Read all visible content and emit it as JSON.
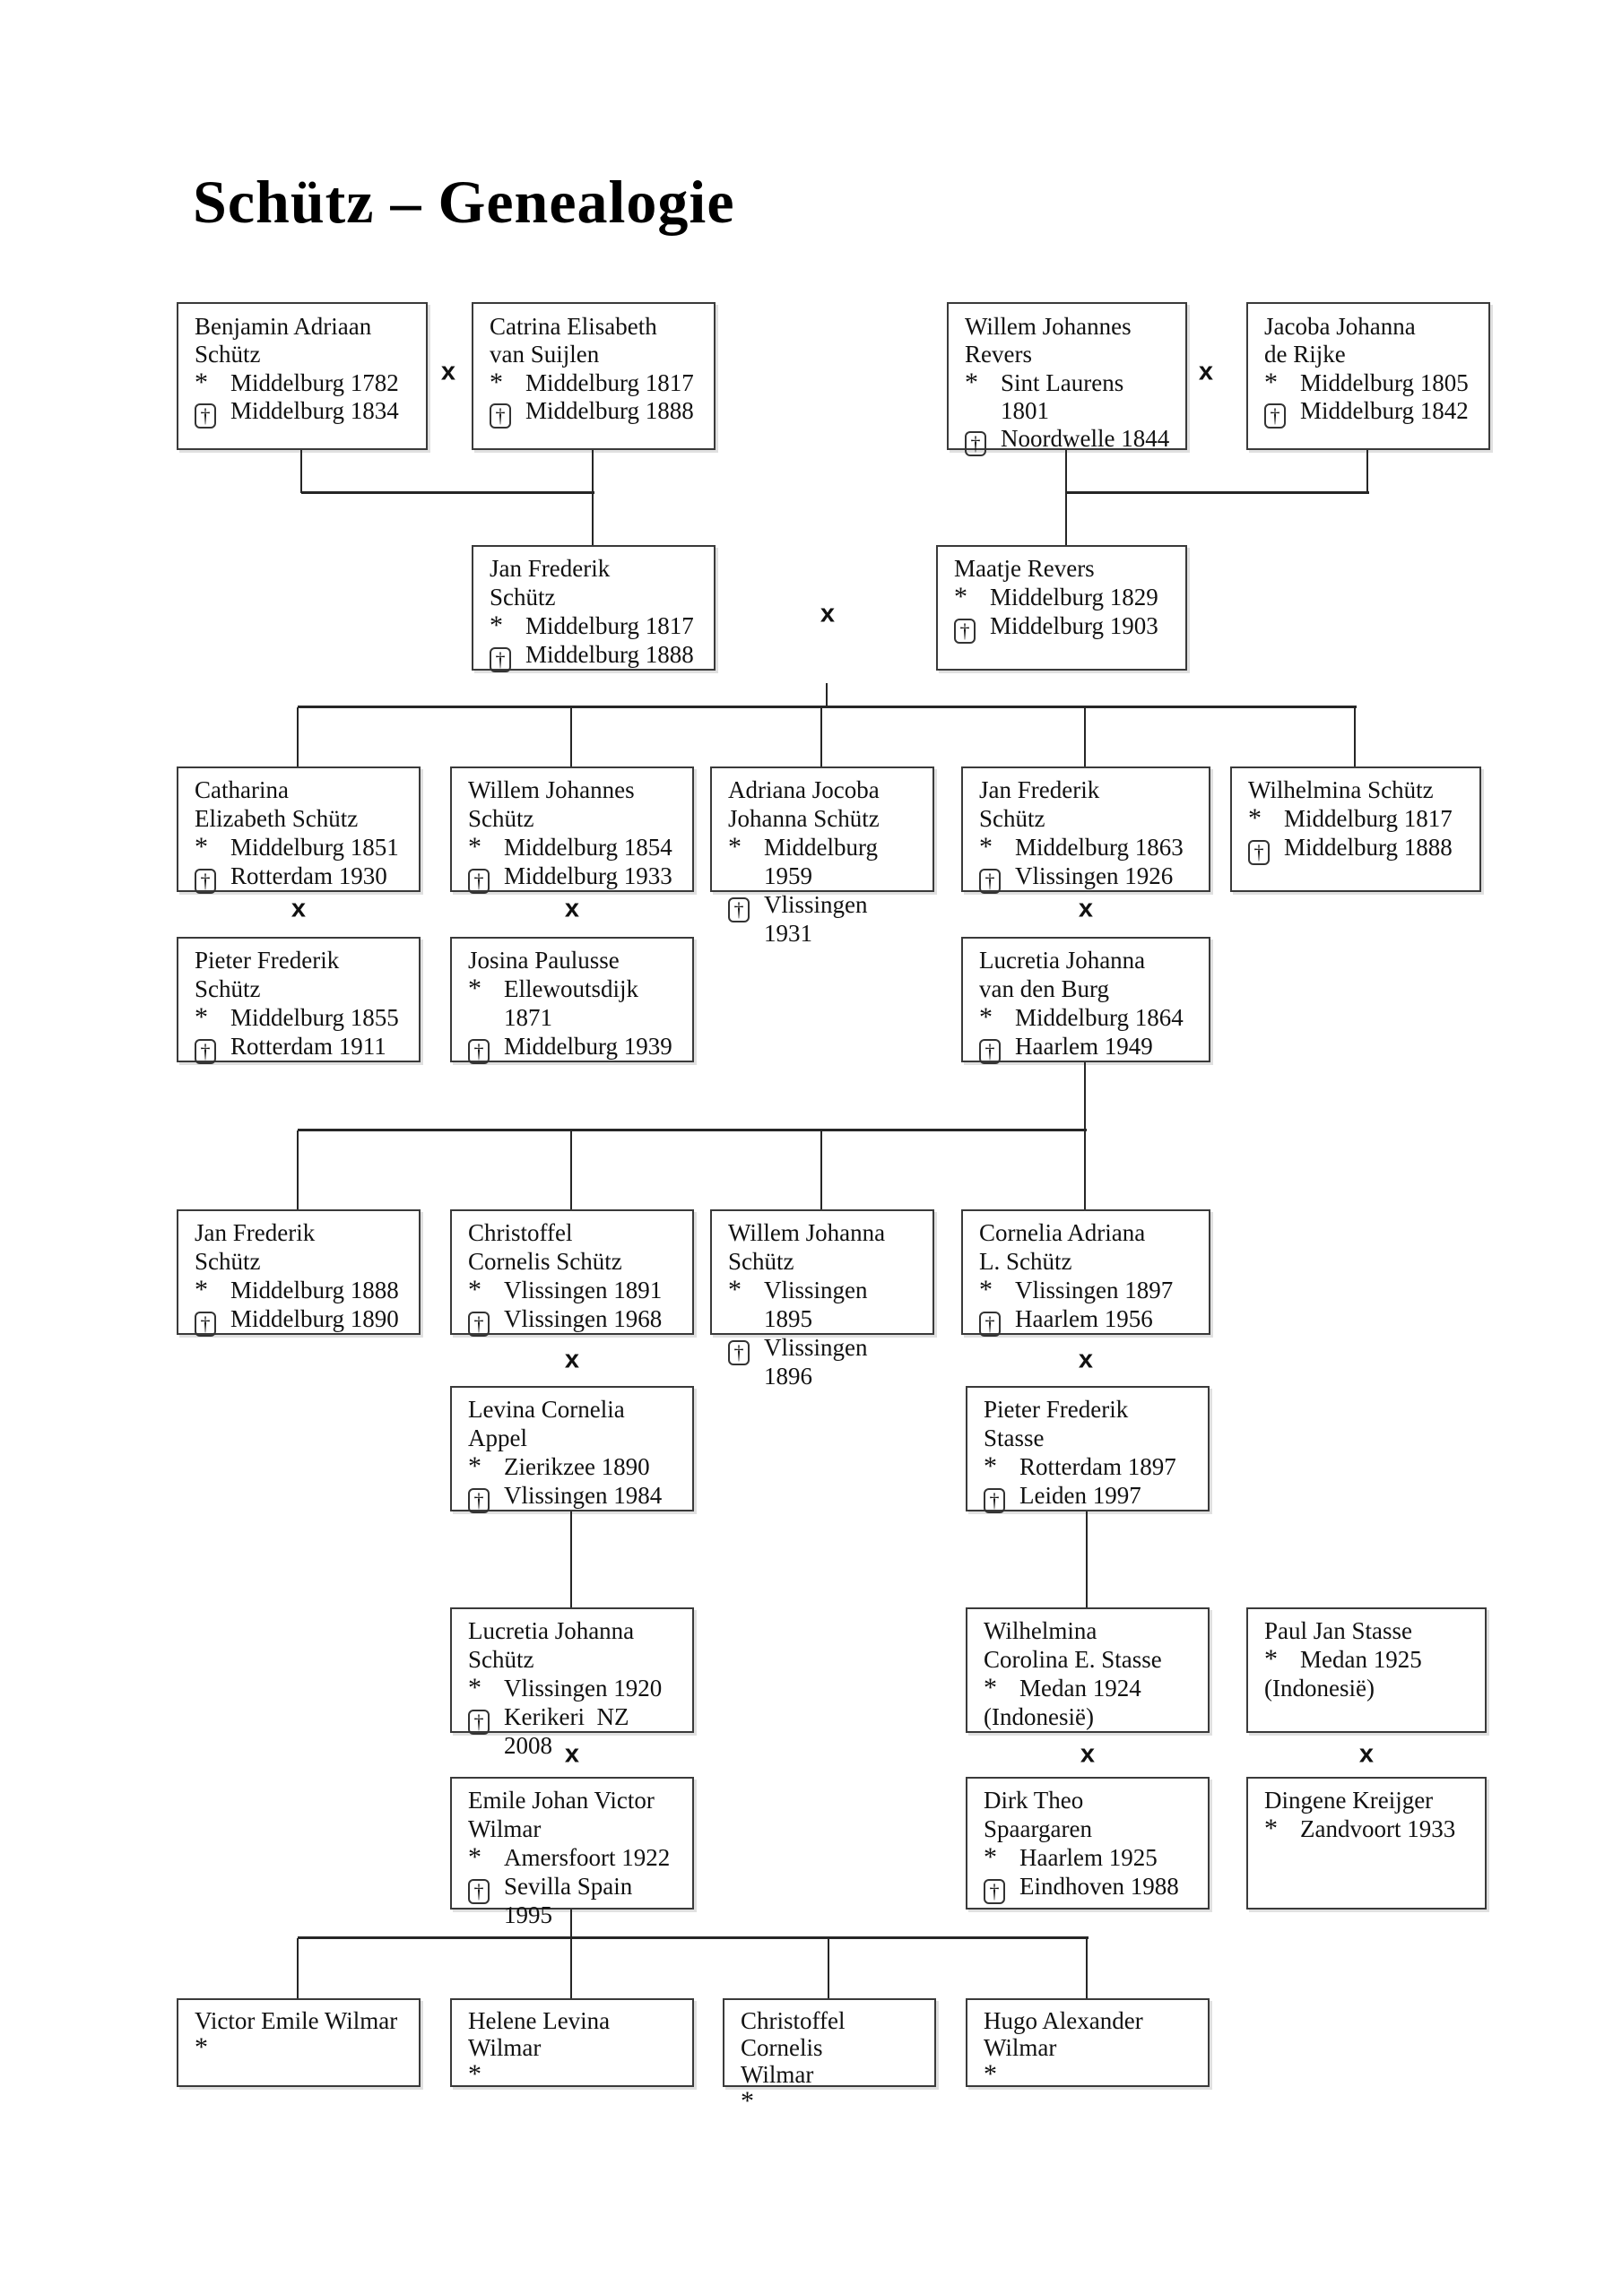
{
  "title": "Schütz – Genealogie",
  "marriage_symbol": "x",
  "birth_symbol": "*",
  "death_symbol": "†",
  "persons": [
    {
      "id": "g1p1",
      "name": [
        "Benjamin Adriaan",
        "Schütz"
      ],
      "birth": "Middelburg 1782",
      "death": "Middelburg 1834"
    },
    {
      "id": "g1p2",
      "name": [
        "Catrina Elisabeth",
        "van Suijlen"
      ],
      "birth": "Middelburg 1817",
      "death": "Middelburg 1888"
    },
    {
      "id": "g1p3",
      "name": [
        "Willem Johannes",
        "Revers"
      ],
      "birth": "Sint Laurens",
      "birth_cont": "1801",
      "death": "Noordwelle 1844"
    },
    {
      "id": "g1p4",
      "name": [
        "Jacoba Johanna",
        "de Rijke"
      ],
      "birth": "Middelburg 1805",
      "death": "Middelburg 1842"
    },
    {
      "id": "g2p1",
      "name": [
        "Jan Frederik",
        "Schütz"
      ],
      "birth": "Middelburg 1817",
      "death": "Middelburg 1888"
    },
    {
      "id": "g2p2",
      "name": [
        "Maatje Revers"
      ],
      "birth": "Middelburg 1829",
      "death": "Middelburg 1903"
    },
    {
      "id": "g3p1",
      "name": [
        "Catharina",
        "Elizabeth Schütz"
      ],
      "birth": "Middelburg 1851",
      "death": "Rotterdam 1930"
    },
    {
      "id": "g3p2",
      "name": [
        "Willem Johannes",
        "Schütz"
      ],
      "birth": "Middelburg 1854",
      "death": "Middelburg 1933"
    },
    {
      "id": "g3p3",
      "name": [
        "Adriana Jocoba",
        "Johanna Schütz"
      ],
      "birth": "Middelburg 1959",
      "death": "Vlissingen 1931"
    },
    {
      "id": "g3p4",
      "name": [
        "Jan Frederik",
        "Schütz"
      ],
      "birth": "Middelburg 1863",
      "death": "Vlissingen 1926"
    },
    {
      "id": "g3p5",
      "name": [
        "Wilhelmina Schütz"
      ],
      "birth": "Middelburg 1817",
      "death": "Middelburg 1888"
    },
    {
      "id": "s3p1",
      "name": [
        "Pieter Frederik",
        "Schütz"
      ],
      "birth": "Middelburg 1855",
      "death": "Rotterdam 1911"
    },
    {
      "id": "s3p2",
      "name": [
        "Josina Paulusse"
      ],
      "birth": "Ellewoutsdijk 1871",
      "death": "Middelburg 1939"
    },
    {
      "id": "s3p4",
      "name": [
        "Lucretia Johanna",
        "van den Burg"
      ],
      "birth": "Middelburg 1864",
      "death": "Haarlem 1949"
    },
    {
      "id": "g4p1",
      "name": [
        "Jan Frederik",
        "Schütz"
      ],
      "birth": "Middelburg 1888",
      "death": "Middelburg 1890"
    },
    {
      "id": "g4p2",
      "name": [
        "Christoffel",
        "Cornelis Schütz"
      ],
      "birth": "Vlissingen 1891",
      "death": "Vlissingen 1968"
    },
    {
      "id": "g4p3",
      "name": [
        "Willem Johanna",
        "Schütz"
      ],
      "birth": "Vlissingen 1895",
      "death": "Vlissingen  1896"
    },
    {
      "id": "g4p4",
      "name": [
        "Cornelia Adriana",
        "L. Schütz"
      ],
      "birth": "Vlissingen 1897",
      "death": "Haarlem 1956"
    },
    {
      "id": "s4p2",
      "name": [
        "Levina Cornelia",
        "Appel"
      ],
      "birth": "Zierikzee 1890",
      "death": "Vlissingen 1984"
    },
    {
      "id": "s4p4",
      "name": [
        "Pieter Frederik",
        "Stasse"
      ],
      "birth": "Rotterdam 1897",
      "death": "Leiden 1997"
    },
    {
      "id": "g5p2",
      "name": [
        "Lucretia Johanna",
        "Schütz"
      ],
      "birth": "Vlissingen 1920",
      "death": "Kerikeri  NZ 2008"
    },
    {
      "id": "g5p4",
      "name": [
        "Wilhelmina",
        "Corolina E. Stasse"
      ],
      "birth": "Medan 1924",
      "note": "(Indonesië)"
    },
    {
      "id": "g5p5",
      "name": [
        "Paul Jan Stasse"
      ],
      "birth": "Medan 1925",
      "note": "(Indonesië)"
    },
    {
      "id": "g6p2",
      "name": [
        "Emile Johan Victor",
        "Wilmar"
      ],
      "birth": "Amersfoort 1922",
      "death": "Sevilla Spain 1995"
    },
    {
      "id": "g6p4",
      "name": [
        "Dirk Theo",
        "Spaargaren"
      ],
      "birth": "Haarlem 1925",
      "death": "Eindhoven 1988"
    },
    {
      "id": "g6p5",
      "name": [
        "Dingene Kreijger"
      ],
      "birth": "Zandvoort 1933"
    },
    {
      "id": "g7p1",
      "name": [
        "Victor Emile Wilmar"
      ],
      "birth": ""
    },
    {
      "id": "g7p2",
      "name": [
        "Helene Levina",
        "Wilmar"
      ],
      "birth": ""
    },
    {
      "id": "g7p3",
      "name": [
        "Christoffel Cornelis",
        "Wilmar"
      ],
      "birth": ""
    },
    {
      "id": "g7p4",
      "name": [
        "Hugo Alexander",
        "Wilmar"
      ],
      "birth": ""
    }
  ]
}
